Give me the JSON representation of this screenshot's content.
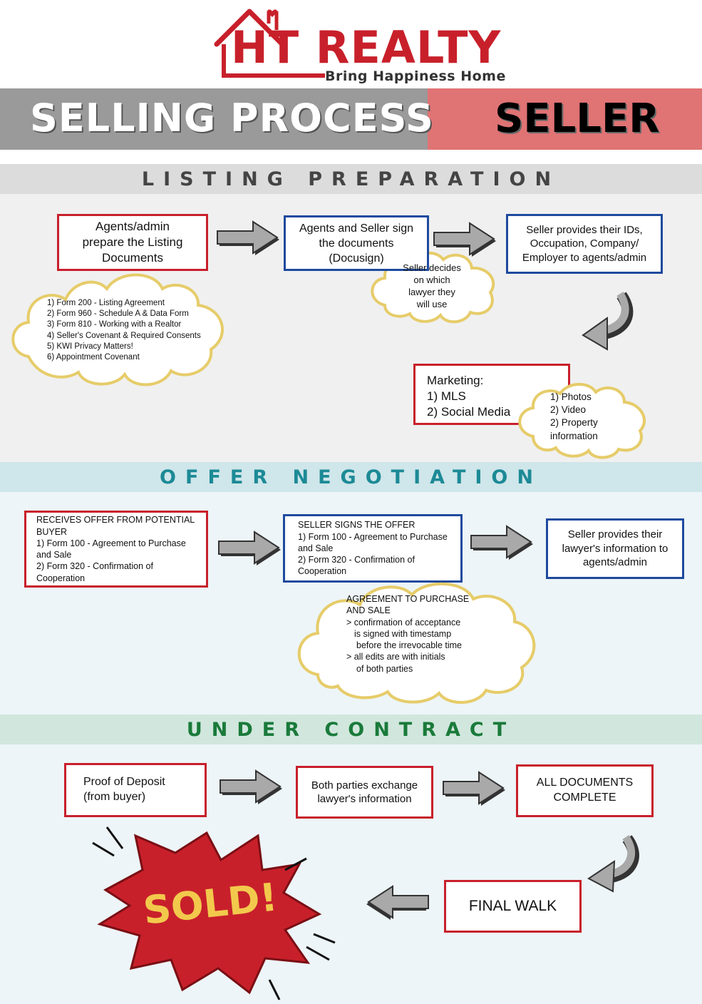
{
  "brand": {
    "name": "HT REALTY",
    "tagline": "Bring Happiness Home",
    "color": "#c8202b"
  },
  "header": {
    "title": "SELLING PROCESS",
    "role": "SELLER"
  },
  "sections": {
    "listing": "LISTING PREPARATION",
    "offer": "OFFER NEGOTIATION",
    "contract": "UNDER CONTRACT"
  },
  "listing": {
    "prepare": [
      "Agents/admin",
      "prepare the Listing",
      "Documents"
    ],
    "sign": [
      "Agents and Seller sign",
      "the documents",
      "(Docusign)"
    ],
    "provide_ids": [
      "Seller provides their IDs,",
      "Occupation, Company/",
      "Employer to agents/admin"
    ],
    "forms_cloud": [
      "1) Form 200 - Listing Agreement",
      "2) Form 960 - Schedule A & Data Form",
      "3) Form 810 - Working with a Realtor",
      "4) Seller's Covenant & Required Consents",
      "5) KWI Privacy Matters!",
      "6) Appointment Covenant"
    ],
    "lawyer_cloud": [
      "Seller decides",
      "on which",
      "lawyer they",
      "will use"
    ],
    "marketing": [
      "Marketing:",
      "1) MLS",
      "2) Social Media"
    ],
    "marketing_cloud": [
      "1) Photos",
      "2) Video",
      "2) Property",
      "information"
    ]
  },
  "offer": {
    "receives": [
      "RECEIVES OFFER FROM POTENTIAL",
      "BUYER",
      "1) Form 100 - Agreement to Purchase",
      "and Sale",
      "2) Form 320 - Confirmation of",
      "Cooperation"
    ],
    "signs": [
      "SELLER SIGNS THE OFFER",
      "1) Form 100 - Agreement to Purchase",
      "and Sale",
      "2) Form 320 - Confirmation of",
      "Cooperation"
    ],
    "lawyer_info": [
      "Seller provides their",
      "lawyer's information to",
      "agents/admin"
    ],
    "agreement_cloud": [
      "AGREEMENT TO PURCHASE",
      "AND SALE",
      "> confirmation of acceptance",
      "is signed with timestamp",
      "before the irrevocable time",
      "> all edits are with initials",
      "of both parties"
    ]
  },
  "contract": {
    "deposit": [
      "Proof of Deposit",
      "(from buyer)"
    ],
    "exchange": [
      "Both parties exchange",
      "lawyer's information"
    ],
    "complete": [
      "ALL DOCUMENTS",
      "COMPLETE"
    ],
    "final_walk": "FINAL WALK",
    "sold": "SOLD!"
  }
}
